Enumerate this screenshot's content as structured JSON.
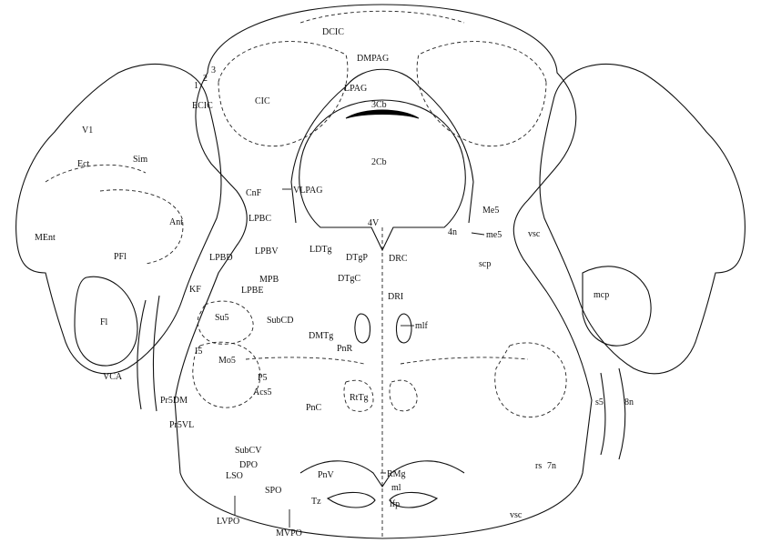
{
  "labels": {
    "dcic": "DCIC",
    "dmpag": "DMPAG",
    "lpag": "LPAG",
    "n1": "1",
    "n2": "2",
    "n3": "3",
    "ecic": "ECIC",
    "cic": "CIC",
    "cb3": "3Cb",
    "cb2": "2Cb",
    "v1": "V1",
    "ect": "Ect",
    "sim": "Sim",
    "ment": "MEnt",
    "pfl": "PFl",
    "fl": "Fl",
    "ant": "Ant",
    "cnf": "CnF",
    "vlpag": "VLPAG",
    "v4": "4V",
    "me5": "Me5",
    "me5l": "me5",
    "vsc": "vsc",
    "scp": "scp",
    "mcp": "mcp",
    "lpbc": "LPBC",
    "lpbd": "LPBD",
    "lpbv": "LPBV",
    "mpb": "MPB",
    "lpbe": "LPBE",
    "kf": "KF",
    "su5": "Su5",
    "subcd": "SubCD",
    "i5": "I5",
    "mo5": "Mo5",
    "p5": "P5",
    "acs5": "Acs5",
    "pr5dm": "Pr5DM",
    "pr5vl": "Pr5VL",
    "vca": "VCA",
    "ldtg": "LDTg",
    "dtgp": "DTgP",
    "drc": "DRC",
    "dtgc": "DTgC",
    "dri": "DRI",
    "dmtg": "DMTg",
    "mlf": "mlf",
    "pnr": "PnR",
    "rttg": "RtTg",
    "pnc": "PnC",
    "subcv": "SubCV",
    "dpo": "DPO",
    "lso": "LSO",
    "spo": "SPO",
    "pnv": "PnV",
    "rmg": "RMg",
    "ml": "ml",
    "tz": "Tz",
    "lfp": "lfp",
    "lvpo": "LVPO",
    "mvpo": "MVPO",
    "rs": "rs",
    "n7": "7n",
    "s5": "s5",
    "n8": "8n",
    "n4": "4n",
    "vsc_b": "vsc"
  },
  "colors": {
    "line": "#111111",
    "background": "#ffffff"
  }
}
